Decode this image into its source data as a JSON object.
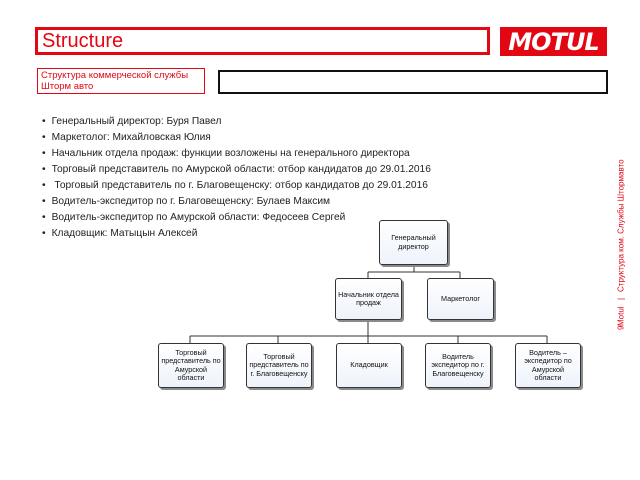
{
  "header": {
    "title": "Structure",
    "logo_text": "MOTUL",
    "subtitle": "Структура коммерческой службы Шторм авто"
  },
  "bullets": [
    "Генеральный директор: Буря Павел",
    "Маркетолог: Михайловская Юлия",
    "Начальник отдела продаж: функции возложены на генерального директора",
    "Торговый представитель по Амурской области: отбор кандидатов до 29.01.2016",
    " Торговый представитель по г. Благовещенску: отбор кандидатов до 29.01.2016",
    "Водитель-экспедитор по г. Благовещенску: Булаев Максим",
    "Водитель-экспедитор по Амурской области: Федосеев Сергей",
    "Кладовщик: Матыцын Алексей"
  ],
  "sidebar": {
    "page_number": "9",
    "brand": "Motul",
    "divider": "|",
    "caption": "Структура ком. Службы Штормавто"
  },
  "org_chart": {
    "ceo": "Генеральный директор",
    "sales_head": "Начальник отдела продаж",
    "marketer": "Маркетолог",
    "rep_region": "Торговый представитель по Амурской области",
    "rep_city": "Торговый представитель по г. Благовещенску",
    "storekeeper": "Кладовщик",
    "driver_city": "Водитель экспедитор по г. Благовещенску",
    "driver_region": "Водитель – экспедитор по Амурской области"
  },
  "colors": {
    "accent": "#e30613",
    "node_border": "#333333"
  }
}
